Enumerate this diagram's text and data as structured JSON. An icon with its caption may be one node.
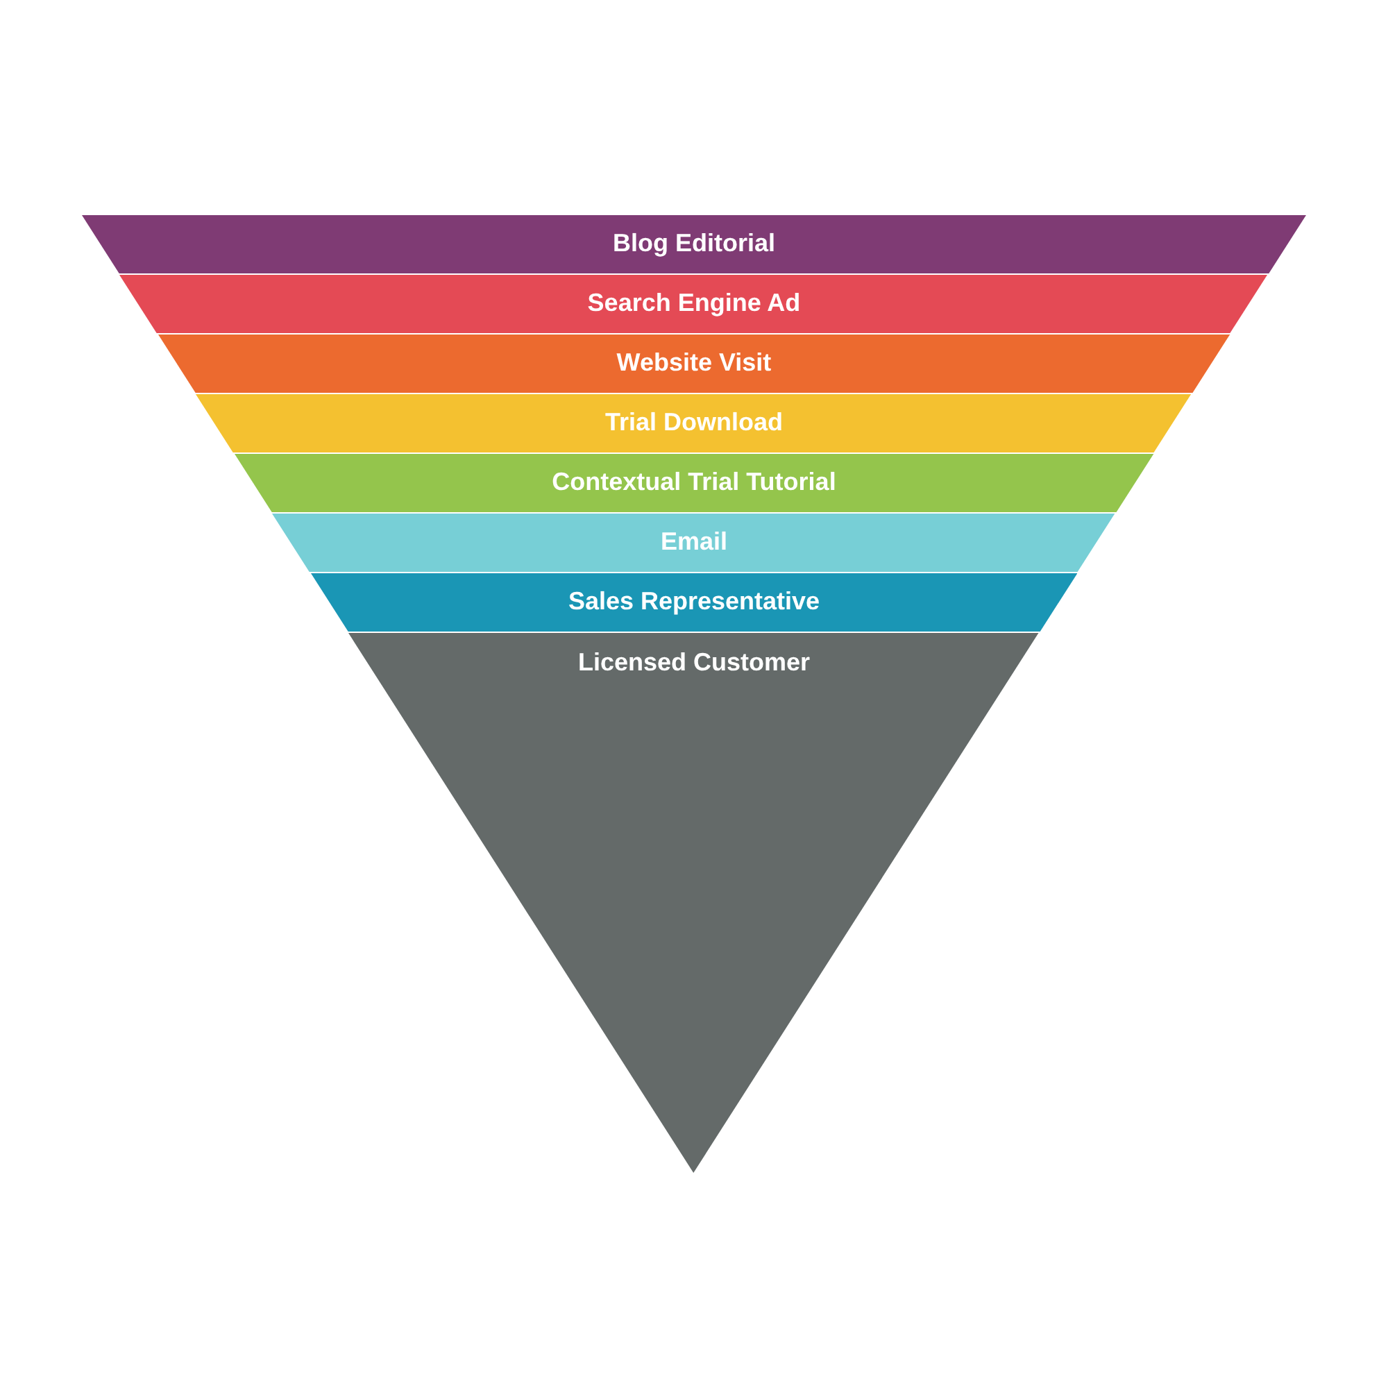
{
  "diagram": {
    "nodes": [
      {
        "text": [
          "Blog Editorial"
        ]
      },
      {
        "text": [
          "Search Engine Ad"
        ]
      },
      {
        "text": [
          "Website Visit"
        ]
      },
      {
        "text": [
          "Trial Download"
        ]
      },
      {
        "text": [
          "Contextual Trial Tutorial"
        ]
      },
      {
        "text": [
          "Email"
        ]
      },
      {
        "text": [
          "Sales Representative"
        ]
      },
      {
        "text": [
          "Licensed Customer"
        ]
      }
    ]
  }
}
